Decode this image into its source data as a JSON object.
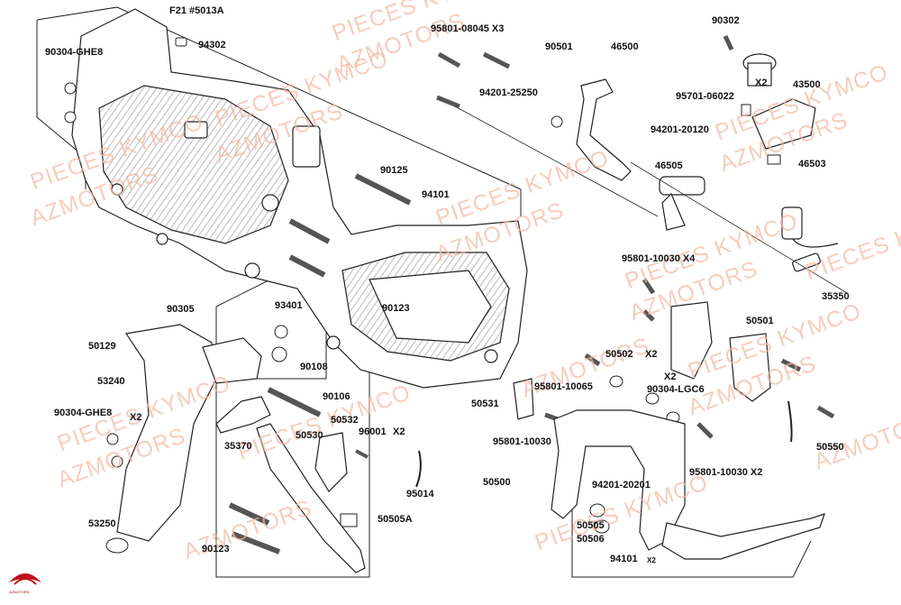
{
  "watermark": {
    "line1": "PIECES KYMCO",
    "line2": "AZMOTORS",
    "color": "#f3b9a3"
  },
  "logo": {
    "text": "AZMOTORS",
    "color": "#c0141c"
  },
  "part_labels": [
    "F21 #5013A",
    "90304-GHE8",
    "94302",
    "95801-08045 X3",
    "90501",
    "46500",
    "90302",
    "X2",
    "43500",
    "94201-25250",
    "95701-06022",
    "94201-20120",
    "90125",
    "94101",
    "46505",
    "46503",
    "35350",
    "95801-10030 X4",
    "90123",
    "90305",
    "93401",
    "50129",
    "90108",
    "53240",
    "90106",
    "50501",
    "50502",
    "X2",
    "X2",
    "90304-LGC6",
    "95801-10065",
    "50531",
    "90304-GHE8",
    "X2",
    "50532",
    "96001",
    "X2",
    "35370",
    "50530",
    "95801-10030",
    "50550",
    "95801-10030 X2",
    "95014",
    "50500",
    "94201-20201",
    "50505A",
    "53250",
    "50505",
    "50506",
    "94101",
    "X2",
    "90123"
  ]
}
